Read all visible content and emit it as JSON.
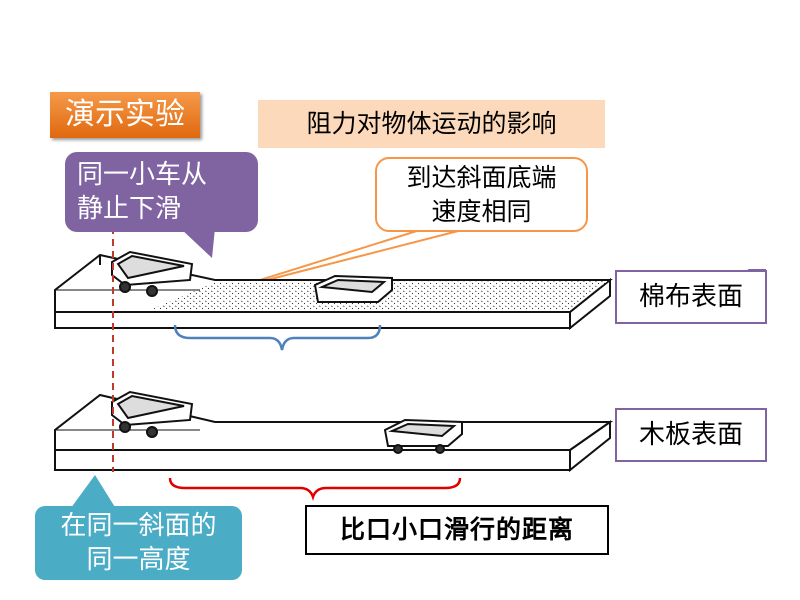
{
  "demo_label": "演示实验",
  "title": "阻力对物体运动的影响",
  "callouts": {
    "same_cart": [
      "同一小车从",
      "静止下滑"
    ],
    "same_speed": [
      "到达斜面底端",
      "速度相同"
    ],
    "same_height": [
      "在同一斜面的",
      "同一高度"
    ]
  },
  "surfaces": {
    "cotton": "棉布表面",
    "wood": "木板表面"
  },
  "compare_label": "比口小口滑行的距离",
  "colors": {
    "orange": "#e8731a",
    "purple": "#8064a2",
    "teal": "#4bacc6",
    "peach": "#fcd9bb",
    "blue_brace": "#4f81bd",
    "red_brace": "#e00000"
  }
}
